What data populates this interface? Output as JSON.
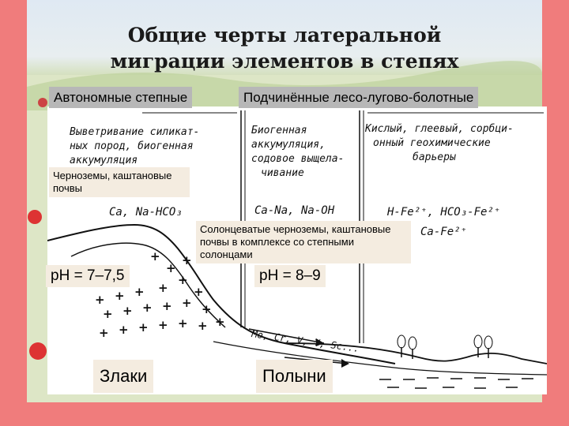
{
  "title": {
    "line1": "Общие черты латеральной",
    "line2": "миграции элементов в степях"
  },
  "headers": {
    "autonomous": "Автономные степные",
    "subordinate": "Подчинённые лесо-лугово-болотные"
  },
  "handwritten": {
    "col1": [
      "Выветривание силикат-",
      "ных пород, биогенная",
      "аккумуляция"
    ],
    "col1_formula": "Ca, Na-HCO₃",
    "col2": [
      "Биогенная",
      "аккумуляция,",
      "содовое выщела-",
      "чивание"
    ],
    "col2_formula": "Ca-Na, Na-OH",
    "col3": [
      "Кислый, глеевый, сорбци-",
      "онный геохимические",
      "барьеры"
    ],
    "col3_formula1": "H-Fe²⁺, HCO₃-Fe²⁺",
    "col3_formula2": "Ca-Fe²⁺",
    "elements": "Mo, Cr, V, Y, Sc..."
  },
  "notes": {
    "chernozems": "Черноземы, каштановые почвы",
    "solonetz": "Солонцеватые черноземы, каштановые почвы в комплексе со степными солонцами"
  },
  "ph": {
    "left": "pH = 7–7,5",
    "right": "pH = 8–9"
  },
  "plants": {
    "left": "Злаки",
    "right": "Полыни"
  },
  "colors": {
    "frame": "#f07c7c",
    "header_bg": "#b7b7b7",
    "note_bg": "#f4ece0"
  }
}
